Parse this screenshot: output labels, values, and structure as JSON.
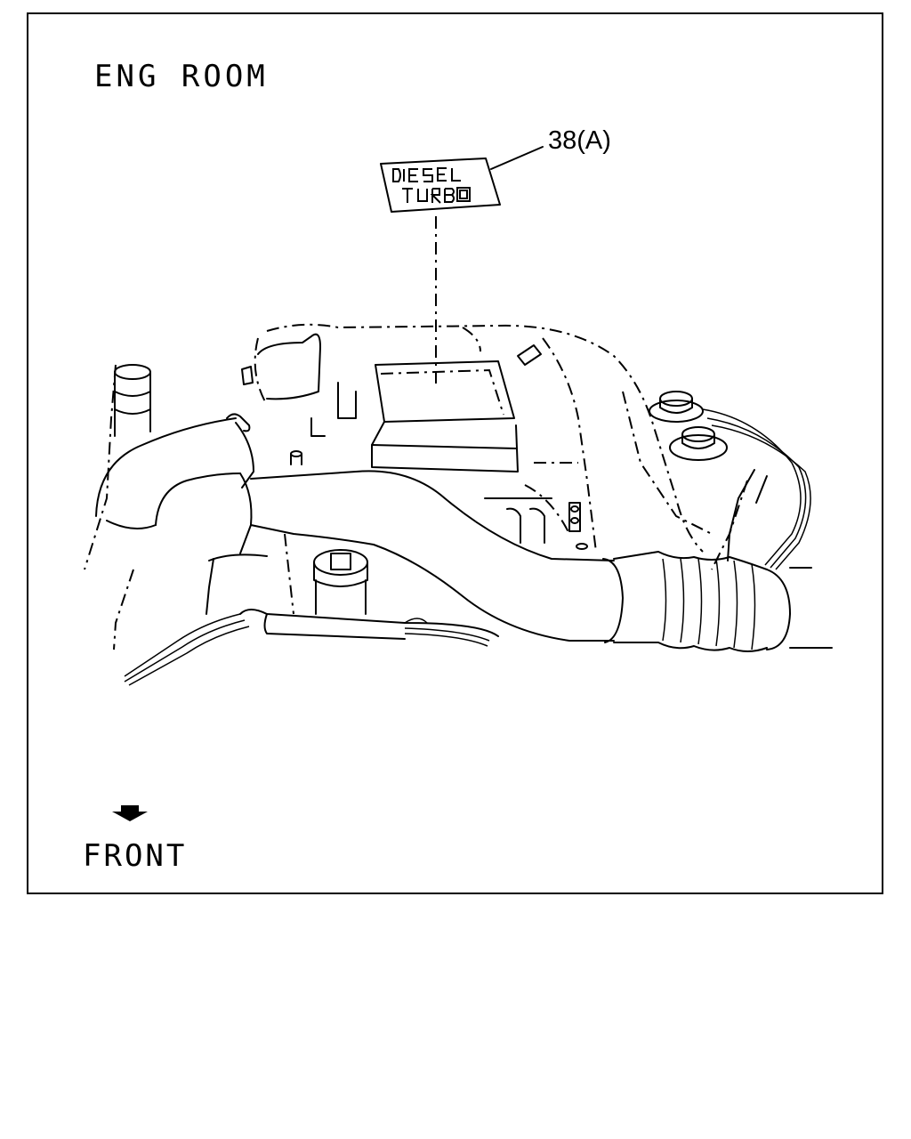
{
  "section_title": "ENG ROOM",
  "callout": {
    "label": "38(A)"
  },
  "decal": {
    "text": "DIESEL TURBO"
  },
  "direction": {
    "label": "FRONT",
    "arrow": "down-arrow-icon"
  },
  "colors": {
    "line": "#000000",
    "background": "#ffffff"
  }
}
